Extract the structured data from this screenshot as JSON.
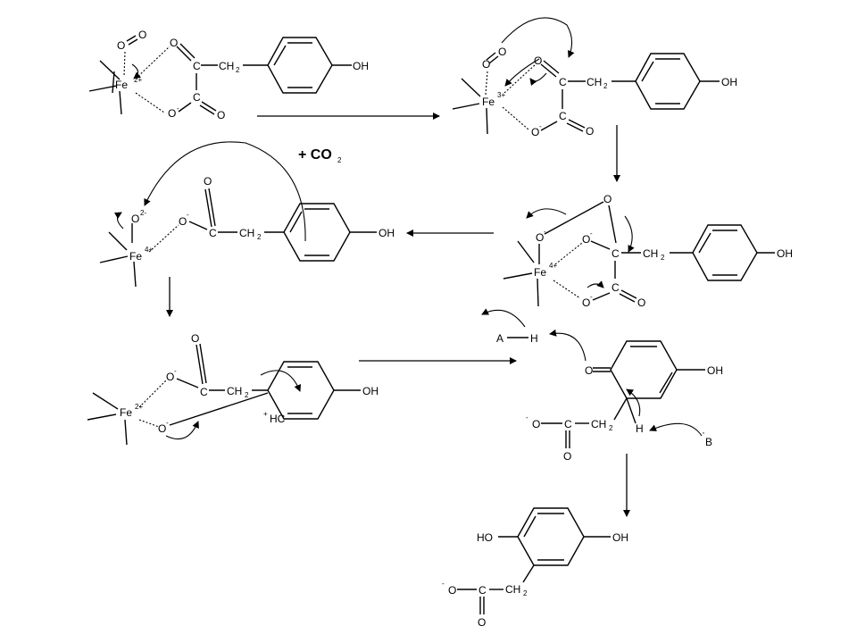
{
  "labels": {
    "o": "O",
    "c": "C",
    "ch2": "CH",
    "sub2": "2",
    "oh": "OH",
    "ho": "HO",
    "fe": "Fe",
    "fe2": "2+",
    "fe3": "3+",
    "fe4": "4+",
    "o2minus": "2-",
    "minus": "-",
    "plus": "+",
    "hc": "HC",
    "co2": "+ CO",
    "a": "A",
    "h": "H",
    "b": "B",
    "dot": "·"
  }
}
